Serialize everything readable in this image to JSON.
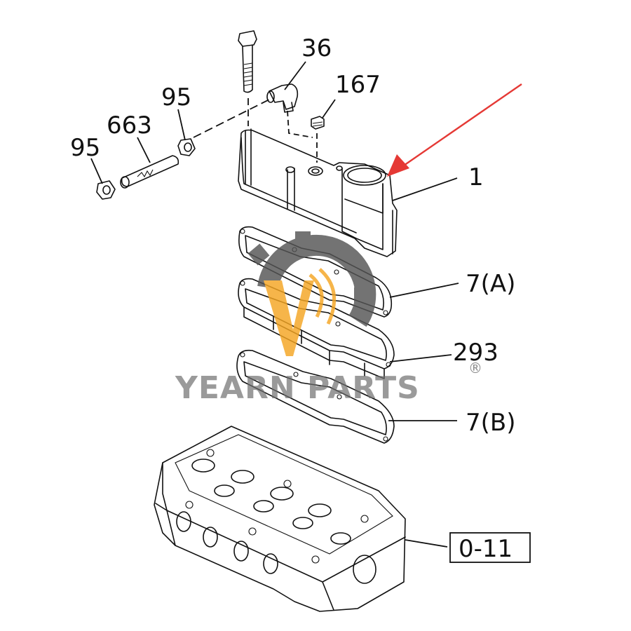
{
  "diagram": {
    "callouts": {
      "c36": "36",
      "c167": "167",
      "c95_upper": "95",
      "c663": "663",
      "c95_lower": "95",
      "c1": "1",
      "c7a": "7(A)",
      "c293": "293",
      "c7b": "7(B)",
      "ref": "0-11"
    },
    "highlight_arrow_color": "#e53935"
  },
  "watermark": {
    "brand": "YEARN PARTS",
    "registered": "®",
    "gear_color": "#555555",
    "accent_color": "#f5a623"
  }
}
